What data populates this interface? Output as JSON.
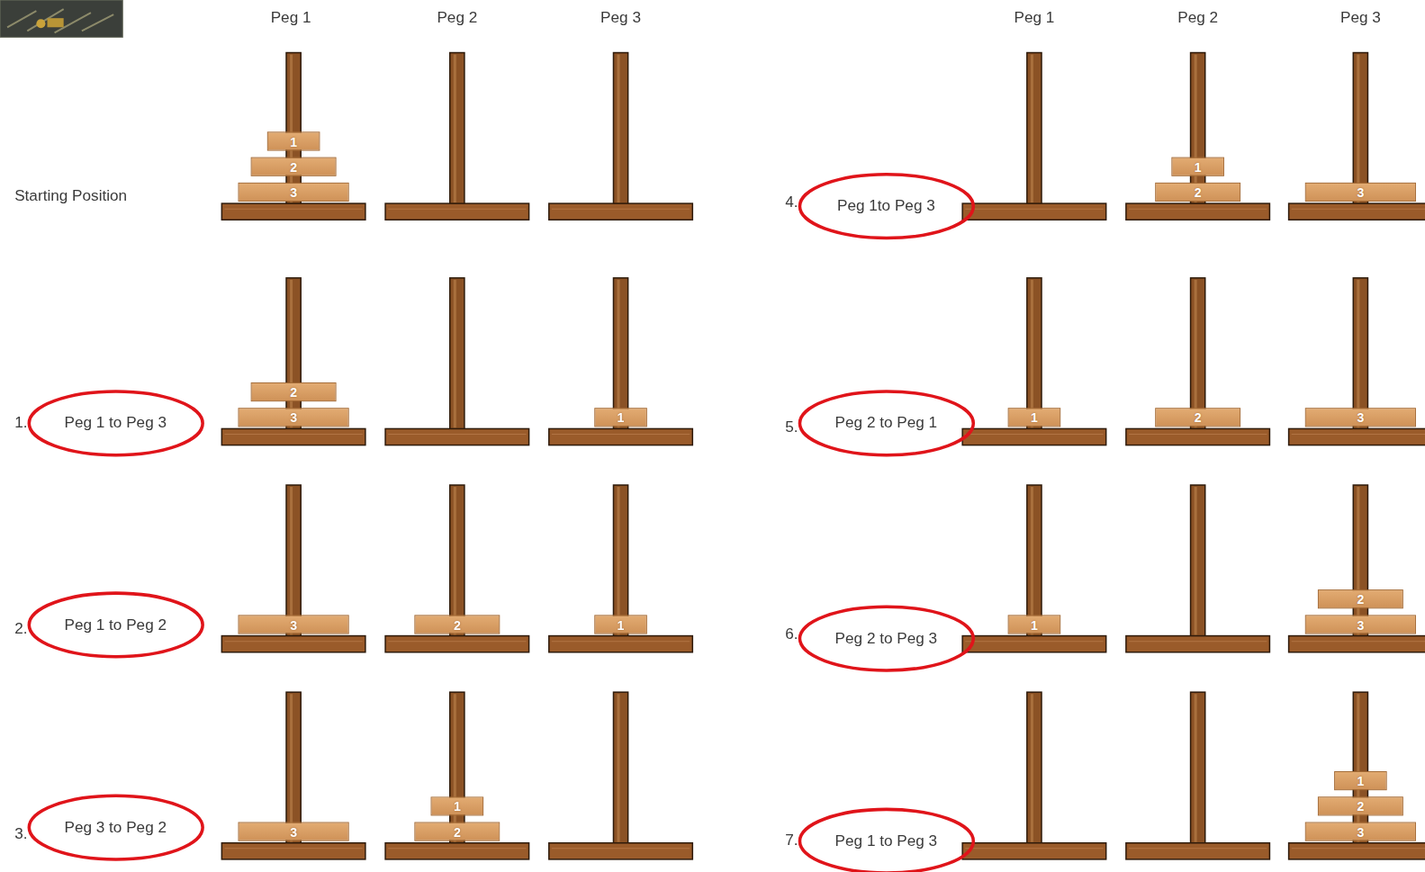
{
  "diagram": {
    "nodes": [
      {
        "text": [
          "1"
        ]
      },
      {
        "text": [
          "2"
        ]
      },
      {
        "text": [
          "3"
        ]
      },
      {
        "text": [
          "Peg 1 to Peg 3"
        ]
      },
      {
        "text": [
          "2"
        ]
      },
      {
        "text": [
          "3"
        ]
      },
      {
        "text": [
          "1"
        ]
      },
      {
        "text": [
          "Peg 1 to Peg 2"
        ]
      },
      {
        "text": [
          "3"
        ]
      },
      {
        "text": [
          "2"
        ]
      },
      {
        "text": [
          "1"
        ]
      },
      {
        "text": [
          "Peg 3 to Peg 2"
        ]
      },
      {
        "text": [
          "3"
        ]
      },
      {
        "text": [
          "1"
        ]
      },
      {
        "text": [
          "2"
        ]
      },
      {
        "text": [
          "Peg 1to Peg 3"
        ]
      },
      {
        "text": [
          "1"
        ]
      },
      {
        "text": [
          "2"
        ]
      },
      {
        "text": [
          "3"
        ]
      },
      {
        "text": [
          "Peg 2 to Peg 1"
        ]
      },
      {
        "text": [
          "1"
        ]
      },
      {
        "text": [
          "2"
        ]
      },
      {
        "text": [
          "3"
        ]
      },
      {
        "text": [
          "Peg 2 to Peg 3"
        ]
      },
      {
        "text": [
          "1"
        ]
      },
      {
        "text": [
          "2"
        ]
      },
      {
        "text": [
          "3"
        ]
      },
      {
        "text": [
          "Peg 1 to Peg 3"
        ]
      },
      {
        "text": [
          "1"
        ]
      },
      {
        "text": [
          "2"
        ]
      },
      {
        "text": [
          "3"
        ]
      }
    ],
    "labels": [
      "Peg 1",
      "Peg 2",
      "Peg 3",
      "Starting Position",
      "1.",
      "2.",
      "3.",
      "Peg 1",
      "Peg 2",
      "Peg 3",
      "4.",
      "5.",
      "6.",
      "7."
    ]
  }
}
